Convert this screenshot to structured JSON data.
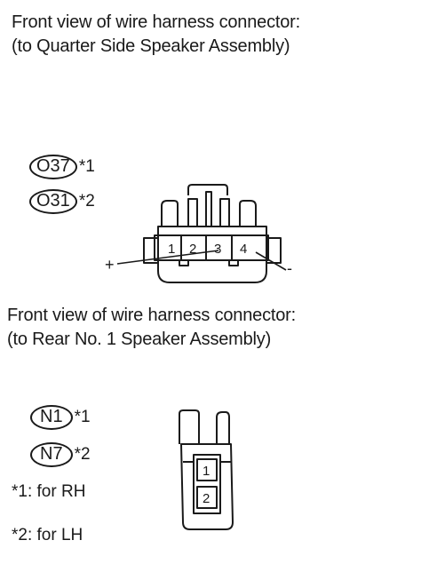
{
  "section1": {
    "title_line1": "Front view of wire harness connector:",
    "title_line2": "(to Quarter Side Speaker Assembly)",
    "codes": [
      {
        "code": "O37",
        "mark": "*1"
      },
      {
        "code": "O31",
        "mark": "*2"
      }
    ],
    "pins": [
      "1",
      "2",
      "3",
      "4"
    ],
    "plus_label": "+",
    "minus_label": "-"
  },
  "section2": {
    "title_line1": "Front view of wire harness connector:",
    "title_line2": "(to Rear No. 1 Speaker Assembly)",
    "codes": [
      {
        "code": "N1",
        "mark": "*1"
      },
      {
        "code": "N7",
        "mark": "*2"
      }
    ],
    "pins": [
      "1",
      "2"
    ]
  },
  "notes": {
    "rh": "*1: for RH",
    "lh": "*2: for LH"
  }
}
